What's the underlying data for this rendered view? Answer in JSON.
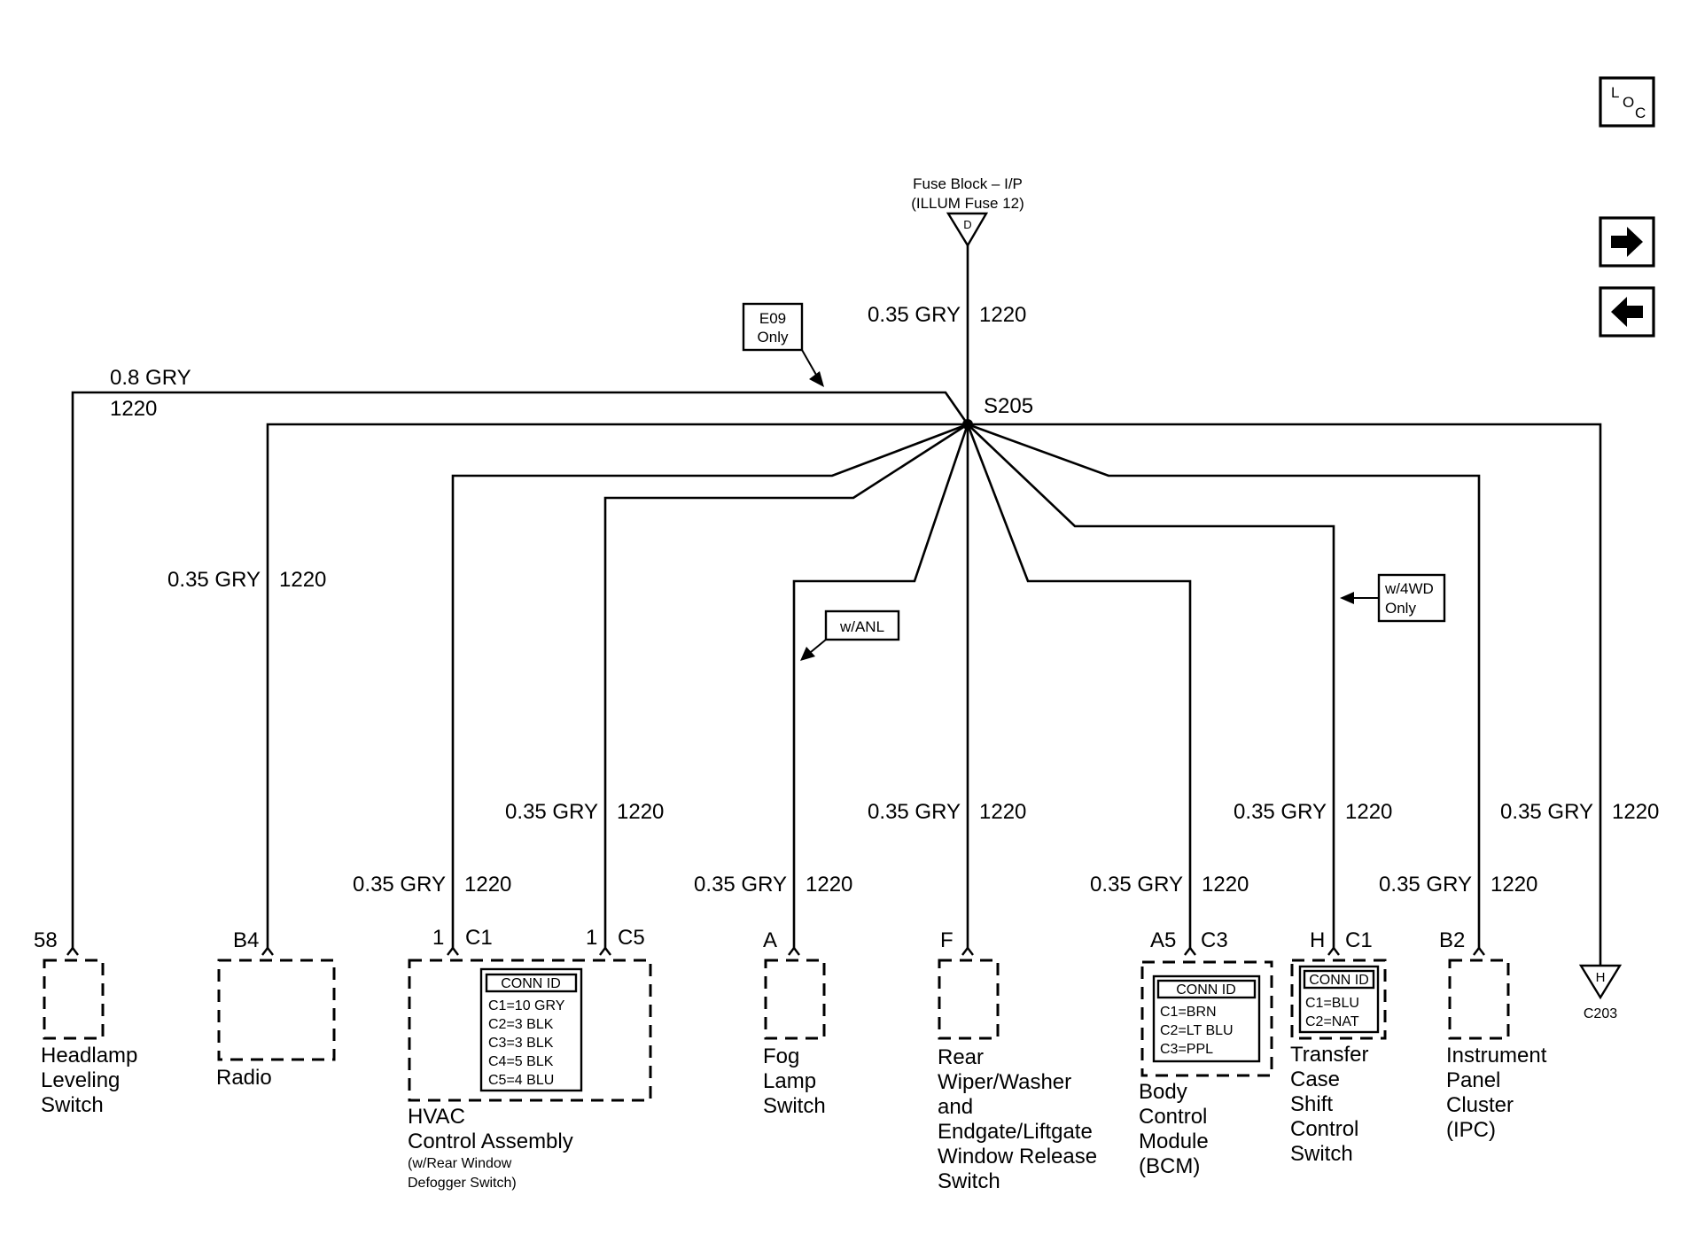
{
  "source": {
    "line1": "Fuse Block – I/P",
    "line2": "(ILLUM Fuse 12)",
    "terminal": "D"
  },
  "feed": {
    "wire": "0.35 GRY",
    "circuit": "1220"
  },
  "splice": "S205",
  "top_wire": {
    "wire": "0.8 GRY",
    "circuit": "1220"
  },
  "notes": {
    "e09": [
      "E09",
      "Only"
    ],
    "anl": "w/ANL",
    "fwd": [
      "w/4WD",
      "Only"
    ]
  },
  "loc_button": {
    "l": "L",
    "o": "O",
    "c": "C"
  },
  "nav": {
    "next_icon": "right-arrow-icon",
    "prev_icon": "left-arrow-icon"
  },
  "wire_labels": {
    "radio": {
      "wire": "0.35 GRY",
      "circuit": "1220"
    },
    "hvac_c5": {
      "wire": "0.35 GRY",
      "circuit": "1220"
    },
    "hvac_c1": {
      "wire": "0.35 GRY",
      "circuit": "1220"
    },
    "fog": {
      "wire": "0.35 GRY",
      "circuit": "1220"
    },
    "rear": {
      "wire": "0.35 GRY",
      "circuit": "1220"
    },
    "bcm": {
      "wire": "0.35 GRY",
      "circuit": "1220"
    },
    "transfer": {
      "wire": "0.35 GRY",
      "circuit": "1220"
    },
    "ipc": {
      "wire": "0.35 GRY",
      "circuit": "1220"
    },
    "c203": {
      "wire": "0.35 GRY",
      "circuit": "1220"
    }
  },
  "components": {
    "headlamp": {
      "pin": "58",
      "lines": [
        "Headlamp",
        "Leveling",
        "Switch"
      ]
    },
    "radio": {
      "pin": "B4",
      "lines": [
        "Radio"
      ]
    },
    "hvac": {
      "pin_c1": "1",
      "conn_c1": "C1",
      "pin_c5": "1",
      "conn_c5": "C5",
      "lines": [
        "HVAC",
        "Control Assembly"
      ],
      "sub": [
        "(w/Rear Window",
        "Defogger Switch)"
      ],
      "conn_title": "CONN ID",
      "conn": [
        "C1=10 GRY",
        "C2=3 BLK",
        "C3=3 BLK",
        "C4=5 BLK",
        "C5=4 BLU"
      ]
    },
    "fog": {
      "pin": "A",
      "lines": [
        "Fog",
        "Lamp",
        "Switch"
      ]
    },
    "rear": {
      "pin": "F",
      "lines": [
        "Rear",
        "Wiper/Washer",
        "and",
        "Endgate/Liftgate",
        "Window Release",
        "Switch"
      ]
    },
    "bcm": {
      "pin": "A5",
      "conn": "C3",
      "lines": [
        "Body",
        "Control",
        "Module",
        "(BCM)"
      ],
      "conn_title": "CONN ID",
      "conn_list": [
        "C1=BRN",
        "C2=LT BLU",
        "C3=PPL"
      ]
    },
    "transfer": {
      "pin": "H",
      "conn": "C1",
      "lines": [
        "Transfer",
        "Case",
        "Shift",
        "Control",
        "Switch"
      ],
      "conn_title": "CONN ID",
      "conn_list": [
        "C1=BLU",
        "C2=NAT"
      ]
    },
    "ipc": {
      "pin": "B2",
      "lines": [
        "Instrument",
        "Panel",
        "Cluster",
        "(IPC)"
      ]
    },
    "c203": {
      "terminal": "H",
      "label": "C203"
    }
  }
}
